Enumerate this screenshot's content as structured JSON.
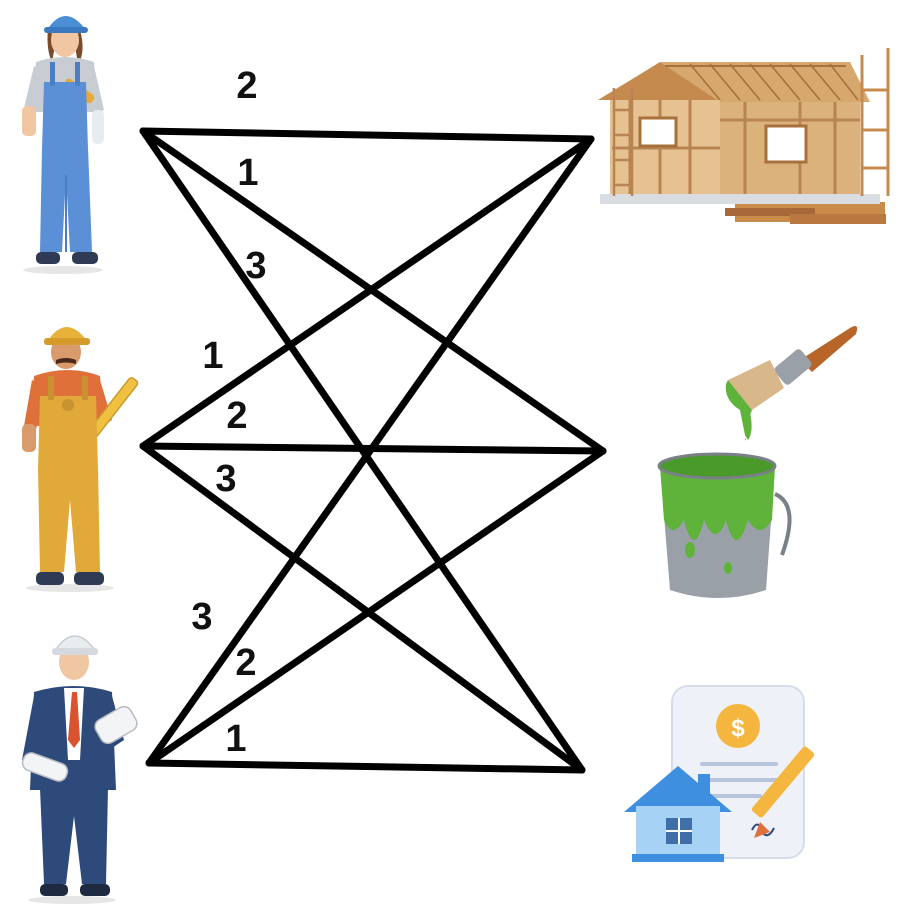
{
  "workers": [
    {
      "id": "w1",
      "name": "worker-top",
      "helmet": "#4a8fd6",
      "outfit": "#5b8fd6",
      "shirt": "#c8cdd3"
    },
    {
      "id": "w2",
      "name": "worker-middle",
      "helmet": "#e8b23a",
      "outfit": "#e0a93a",
      "shirt": "#e0703a"
    },
    {
      "id": "w3",
      "name": "worker-bottom",
      "helmet": "#e9ecef",
      "outfit": "#2d4a7a",
      "shirt": "#ffffff"
    }
  ],
  "tasks": [
    {
      "id": "t1",
      "name": "house-frame",
      "icon": "house-frame-icon",
      "color": "#d7a86e"
    },
    {
      "id": "t2",
      "name": "paint-bucket",
      "icon": "paint-bucket-icon",
      "color": "#5fb23a"
    },
    {
      "id": "t3",
      "name": "contract",
      "icon": "contract-icon",
      "color": "#3f8fe0"
    }
  ],
  "edges": [
    {
      "from": "w1",
      "to": "t1",
      "label": "2"
    },
    {
      "from": "w1",
      "to": "t2",
      "label": "1"
    },
    {
      "from": "w1",
      "to": "t3",
      "label": "3"
    },
    {
      "from": "w2",
      "to": "t1",
      "label": "1"
    },
    {
      "from": "w2",
      "to": "t2",
      "label": "2"
    },
    {
      "from": "w2",
      "to": "t3",
      "label": "3"
    },
    {
      "from": "w3",
      "to": "t1",
      "label": "3"
    },
    {
      "from": "w3",
      "to": "t2",
      "label": "2"
    },
    {
      "from": "w3",
      "to": "t3",
      "label": "1"
    }
  ]
}
